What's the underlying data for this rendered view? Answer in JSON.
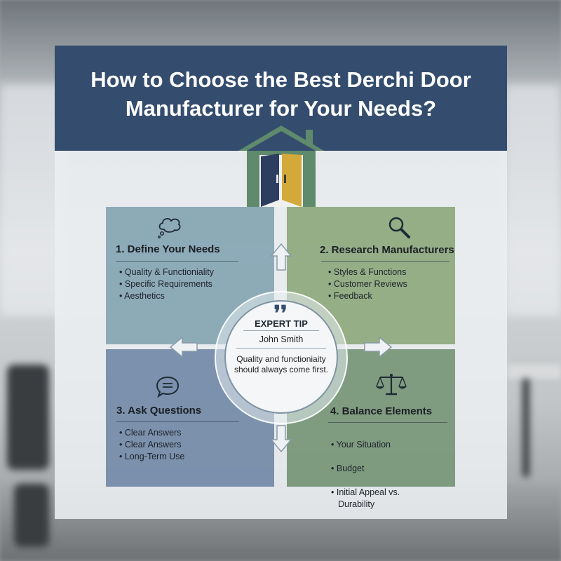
{
  "title_line1": "How to Choose the Best Derchi Door",
  "title_line2": "Manufacturer for Your Needs?",
  "colors": {
    "header": "#344d6e",
    "house_green": "#5f8a6c",
    "door_navy": "#2c3f60",
    "door_gold": "#d2a93a"
  },
  "quadrants": [
    {
      "icon": "thought-bubble-icon",
      "title": "1. Define Your Needs",
      "items": [
        "Quality & Functioniality",
        "Specific Requirements",
        "Aesthetics"
      ]
    },
    {
      "icon": "magnifier-icon",
      "title": "2. Research Manufacturers",
      "items": [
        "Styles & Functions",
        "Customer Reviews",
        "Feedback"
      ]
    },
    {
      "icon": "chat-bubble-icon",
      "title": "3. Ask Questions",
      "items": [
        "Clear Answers",
        "Clear Answers",
        "Long-Term Use"
      ]
    },
    {
      "icon": "balance-scale-icon",
      "title": "4. Balance Elements",
      "items": [
        "Your Situation",
        "Budget",
        "Initial Appeal vs.\nDurability"
      ]
    }
  ],
  "expert_tip": {
    "quote_glyph": "❜❜",
    "label": "EXPERT TIP",
    "name": "John Smith",
    "text": "Quality and functioniaity should always come first."
  }
}
